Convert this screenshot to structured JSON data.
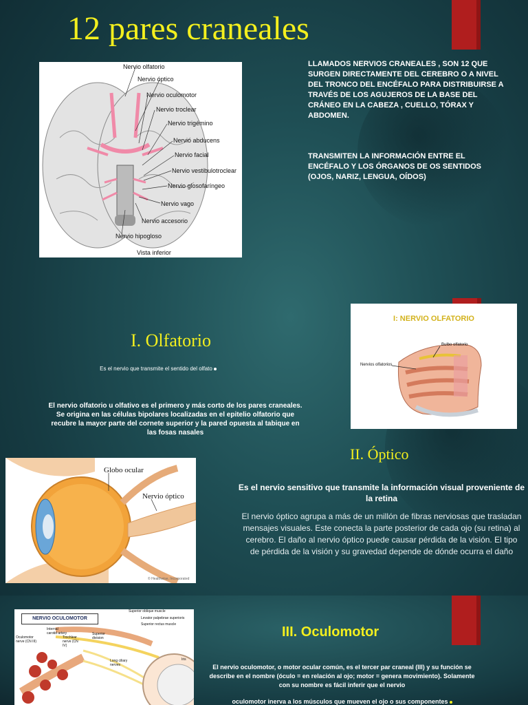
{
  "slide1": {
    "title": "12 pares craneales",
    "intro_paragraph": "LLAMADOS  NERVIOS CRANEALES , SON 12 QUE SURGEN DIRECTAMENTE  DEL CEREBRO O A NIVEL DEL TRONCO DEL ENCÉFALO  PARA DISTRIBUIRSE  A TRAVÉS DE LOS  AGUJEROS DE LA BASE DEL CRÁNEO  EN LA CABEZA , CUELLO, TÓRAX Y ABDOMEN.",
    "second_paragraph": "TRANSMITEN LA INFORMACIÓN  ENTRE EL ENCÉFALO Y LOS ÓRGANOS DE OS SENTIDOS (OJOS, NARIZ, LENGUA, OÍDOS)",
    "brain_labels": [
      "Nervio olfatorio",
      "Nervio óptico",
      "Nervio oculomotor",
      "Nervio troclear",
      "Nervio trigémino",
      "Nervio abducens",
      "Nervio facial",
      "Nervio vestibulotroclear",
      "Nervio glosofaríngeo",
      "Nervio vago",
      "Nervio accesorio",
      "Nervio hipogloso"
    ],
    "brain_caption": "Vista inferior"
  },
  "slide2": {
    "olfatorio_title": "I. Olfatorio",
    "olfatorio_short": "Es el nervio que transmite el sentido del olfato",
    "olfatorio_paragraph": "El nervio olfatorio u olfativo es el primero y más corto de los pares craneales. Se origina en las células bipolares localizadas en el epitelio olfatorio que recubre la mayor parte del cornete superior y la pared opuesta al tabique en las fosas nasales",
    "olf_image_title": "I: NERVIO OLFATORIO",
    "olf_label_bulbo": "Bulbo olfatorio",
    "olf_label_nervios": "Nervios olfatorios",
    "optico_title": "II. Óptico",
    "optico_bold": "Es el nervio sensitivo que transmite la información visual proveniente de la retina",
    "optico_paragraph": "El nervio óptico agrupa a más de un millón de fibras nerviosas que trasladan mensajes visuales. Este conecta la parte posterior de cada ojo (su retina) al cerebro. El daño al nervio óptico puede causar pérdida de la visión. El tipo de pérdida de la visión y su gravedad depende de dónde ocurra el daño",
    "eye_label_globo": "Globo ocular",
    "eye_label_nervio": "Nervio óptico",
    "eye_credit": "© Healthwise, Incorporated"
  },
  "slide3": {
    "title": "III. Oculomotor",
    "paragraph1": "El nervio oculomotor, o motor ocular común, es el tercer par craneal (III) y su función se describe en el nombre (óculo = en relación al ojo; motor = genera movimiento). Solamente con su nombre es fácil inferir que el nervio",
    "paragraph2": "oculomotor inerva a los músculos que mueven el ojo o sus componentes",
    "diagram_title": "NERVIO OCULOMOTOR",
    "diagram_labels": {
      "superior_oblique": "Superior oblique muscle",
      "levator": "Levator palpebrae superioris",
      "superior_rectus": "Superior rectus muscle",
      "internal_carotid": "Internal carotid artery",
      "oculomotor_nerve": "Oculomotor nerve (CN III)",
      "trochlear_nerve": "Trochlear nerve (CN IV)",
      "superior_division": "Superior division",
      "long_ciliary": "Long ciliary nerves",
      "iris": "Iris"
    }
  },
  "colors": {
    "title_yellow": "#f3ef1e",
    "red_bar": "#b01e1e",
    "bg_teal": "#1f4f55"
  }
}
